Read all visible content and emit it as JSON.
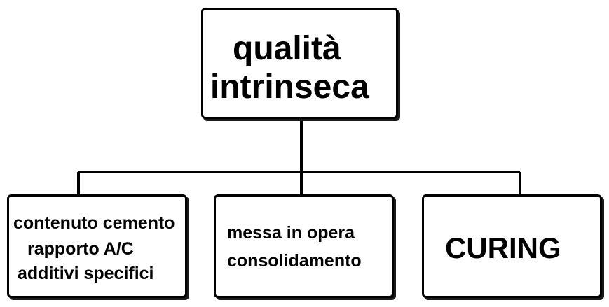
{
  "diagram": {
    "root": {
      "lines": [
        "qualità",
        "intrinseca"
      ]
    },
    "children": [
      {
        "lines": [
          "contenuto cemento",
          "rapporto A/C",
          "additivi specifici"
        ]
      },
      {
        "lines": [
          "messa in opera",
          "consolidamento"
        ]
      },
      {
        "lines": [
          "CURING"
        ]
      }
    ]
  }
}
